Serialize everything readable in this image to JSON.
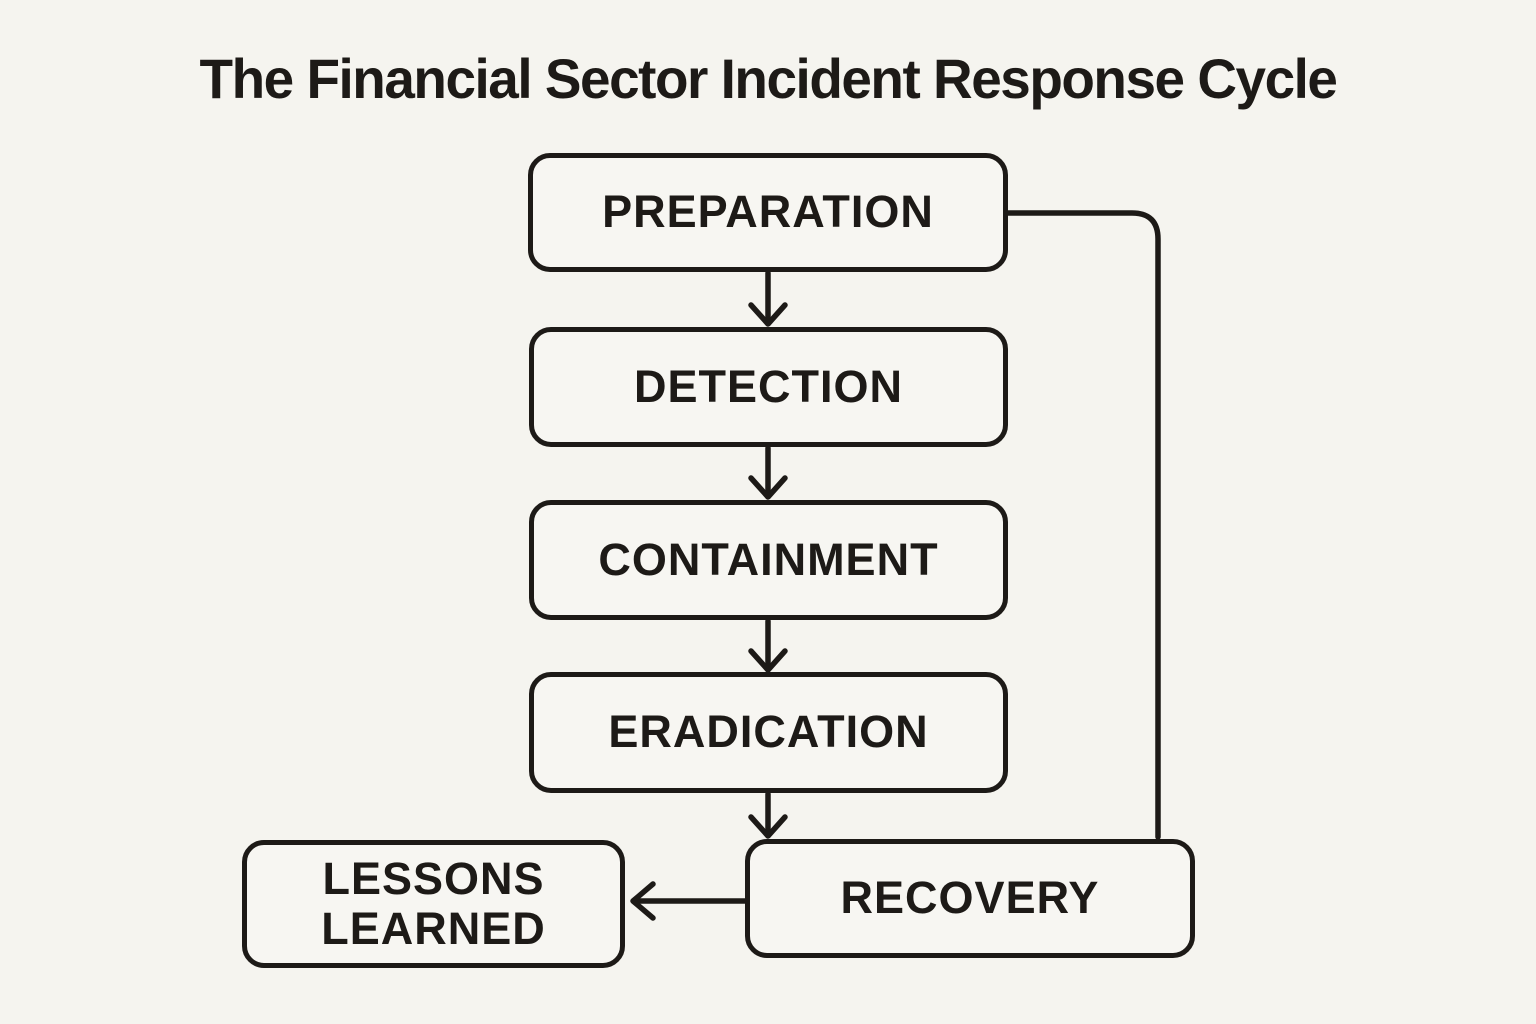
{
  "title": "The Financial Sector Incident Response Cycle",
  "colors": {
    "background": "#f5f4ef",
    "line": "#1d1a17",
    "box_fill": "#f7f6f2"
  },
  "diagram": {
    "type": "flowchart",
    "nodes": {
      "preparation": {
        "label": "PREPARATION"
      },
      "detection": {
        "label": "DETECTION"
      },
      "containment": {
        "label": "CONTAINMENT"
      },
      "eradication": {
        "label": "ERADICATION"
      },
      "recovery": {
        "label": "RECOVERY"
      },
      "lessons_learned": {
        "label": "LESSONS LEARNED"
      }
    },
    "edges": [
      {
        "from": "PREPARATION",
        "to": "DETECTION",
        "direction": "down",
        "arrowhead": true
      },
      {
        "from": "DETECTION",
        "to": "CONTAINMENT",
        "direction": "down",
        "arrowhead": true
      },
      {
        "from": "CONTAINMENT",
        "to": "ERADICATION",
        "direction": "down",
        "arrowhead": true
      },
      {
        "from": "ERADICATION",
        "to": "RECOVERY",
        "direction": "down",
        "arrowhead": true
      },
      {
        "from": "RECOVERY",
        "to": "LESSONS LEARNED",
        "direction": "left",
        "arrowhead": true
      },
      {
        "from": "PREPARATION",
        "to": "RECOVERY",
        "direction": "right-then-down",
        "arrowhead": false
      }
    ]
  }
}
